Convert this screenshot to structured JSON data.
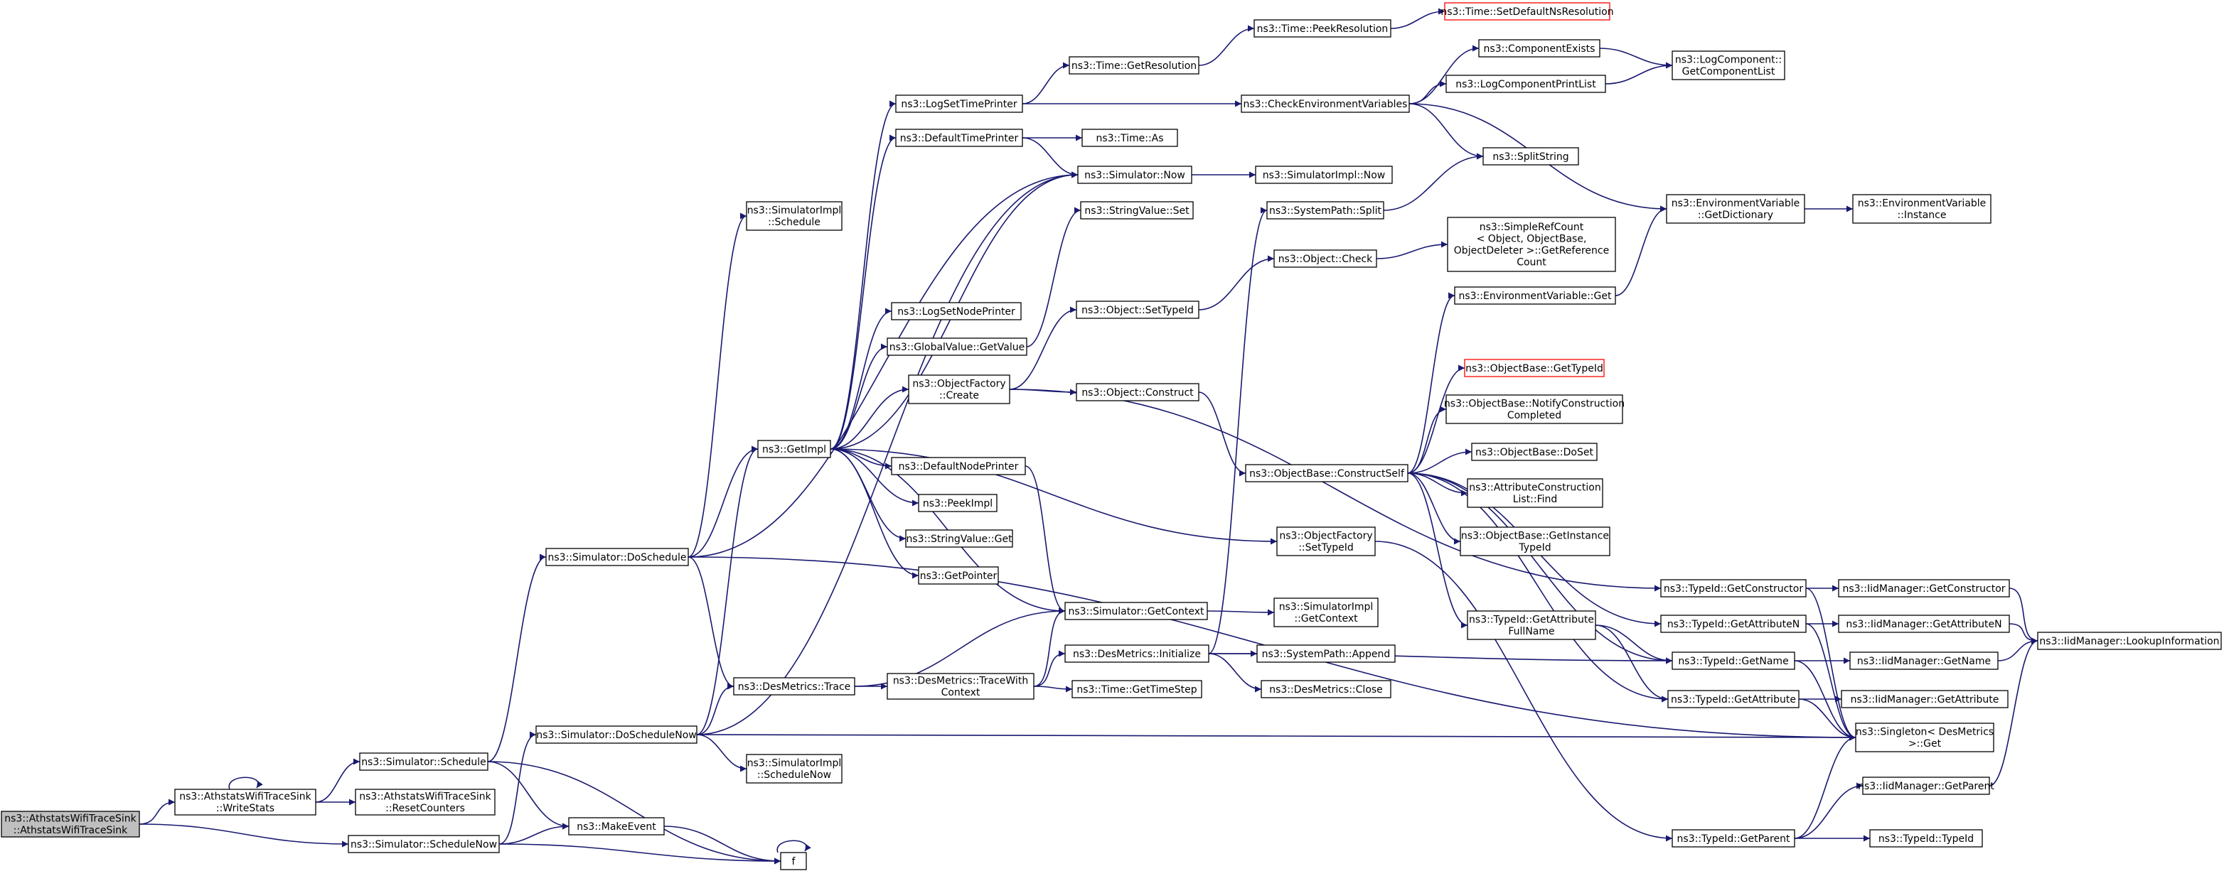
{
  "diagram": {
    "type": "call-graph",
    "colors": {
      "edge": "#191970",
      "box_border": "#000000",
      "truncated_border": "#ff0000",
      "root_fill": "#bfbfbf"
    },
    "nodes": [
      {
        "id": "root",
        "lines": [
          "ns3::AthstatsWifiTraceSink",
          "::AthstatsWifiTraceSink"
        ],
        "style": "root"
      },
      {
        "id": "writestats",
        "lines": [
          "ns3::AthstatsWifiTraceSink",
          "::WriteStats"
        ]
      },
      {
        "id": "resetcounters",
        "lines": [
          "ns3::AthstatsWifiTraceSink",
          "::ResetCounters"
        ]
      },
      {
        "id": "sim_schedule",
        "lines": [
          "ns3::Simulator::Schedule"
        ]
      },
      {
        "id": "sim_schedulenow",
        "lines": [
          "ns3::Simulator::ScheduleNow"
        ]
      },
      {
        "id": "sim_doschedule",
        "lines": [
          "ns3::Simulator::DoSchedule"
        ]
      },
      {
        "id": "sim_doschedulenow",
        "lines": [
          "ns3::Simulator::DoScheduleNow"
        ]
      },
      {
        "id": "makeevent",
        "lines": [
          "ns3::MakeEvent"
        ]
      },
      {
        "id": "f",
        "lines": [
          "f"
        ]
      },
      {
        "id": "simimpl_schedule",
        "lines": [
          "ns3::SimulatorImpl",
          "::Schedule"
        ]
      },
      {
        "id": "simimpl_schedulenow",
        "lines": [
          "ns3::SimulatorImpl",
          "::ScheduleNow"
        ]
      },
      {
        "id": "desmetrics_trace",
        "lines": [
          "ns3::DesMetrics::Trace"
        ]
      },
      {
        "id": "desmetrics_tracewith",
        "lines": [
          "ns3::DesMetrics::TraceWith",
          "Context"
        ]
      },
      {
        "id": "getimpl",
        "lines": [
          "ns3::GetImpl"
        ]
      },
      {
        "id": "logsettimeprinter",
        "lines": [
          "ns3::LogSetTimePrinter"
        ]
      },
      {
        "id": "defaulttimeprinter",
        "lines": [
          "ns3::DefaultTimePrinter"
        ]
      },
      {
        "id": "logsetnodeprinter",
        "lines": [
          "ns3::LogSetNodePrinter"
        ]
      },
      {
        "id": "globalvalue_getvalue",
        "lines": [
          "ns3::GlobalValue::GetValue"
        ]
      },
      {
        "id": "objectfactory_create",
        "lines": [
          "ns3::ObjectFactory",
          "::Create"
        ]
      },
      {
        "id": "defaultnodeprinter",
        "lines": [
          "ns3::DefaultNodePrinter"
        ]
      },
      {
        "id": "peekimpl",
        "lines": [
          "ns3::PeekImpl"
        ]
      },
      {
        "id": "stringvalue_get",
        "lines": [
          "ns3::StringValue::Get"
        ]
      },
      {
        "id": "getpointer",
        "lines": [
          "ns3::GetPointer"
        ]
      },
      {
        "id": "time_getresolution",
        "lines": [
          "ns3::Time::GetResolution"
        ]
      },
      {
        "id": "time_as",
        "lines": [
          "ns3::Time::As"
        ]
      },
      {
        "id": "sim_now",
        "lines": [
          "ns3::Simulator::Now"
        ]
      },
      {
        "id": "stringvalue_set",
        "lines": [
          "ns3::StringValue::Set"
        ]
      },
      {
        "id": "object_settypeid",
        "lines": [
          "ns3::Object::SetTypeId"
        ]
      },
      {
        "id": "object_construct",
        "lines": [
          "ns3::Object::Construct"
        ]
      },
      {
        "id": "sim_getcontext",
        "lines": [
          "ns3::Simulator::GetContext"
        ]
      },
      {
        "id": "desmetrics_initialize",
        "lines": [
          "ns3::DesMetrics::Initialize"
        ]
      },
      {
        "id": "time_gettimestep",
        "lines": [
          "ns3::Time::GetTimeStep"
        ]
      },
      {
        "id": "time_peekresolution",
        "lines": [
          "ns3::Time::PeekResolution"
        ]
      },
      {
        "id": "time_setdefaultns",
        "lines": [
          "ns3::Time::SetDefaultNsResolution"
        ],
        "style": "red"
      },
      {
        "id": "checkenv",
        "lines": [
          "ns3::CheckEnvironmentVariables"
        ]
      },
      {
        "id": "simimpl_now",
        "lines": [
          "ns3::SimulatorImpl::Now"
        ]
      },
      {
        "id": "systempath_split",
        "lines": [
          "ns3::SystemPath::Split"
        ]
      },
      {
        "id": "object_check",
        "lines": [
          "ns3::Object::Check"
        ]
      },
      {
        "id": "objectbase_constructself",
        "lines": [
          "ns3::ObjectBase::ConstructSelf"
        ]
      },
      {
        "id": "objectfactory_settypeid",
        "lines": [
          "ns3::ObjectFactory",
          "::SetTypeId"
        ]
      },
      {
        "id": "simimpl_getcontext",
        "lines": [
          "ns3::SimulatorImpl",
          "::GetContext"
        ]
      },
      {
        "id": "systempath_append",
        "lines": [
          "ns3::SystemPath::Append"
        ]
      },
      {
        "id": "desmetrics_close",
        "lines": [
          "ns3::DesMetrics::Close"
        ]
      },
      {
        "id": "componentexists",
        "lines": [
          "ns3::ComponentExists"
        ]
      },
      {
        "id": "logcomponentprintlist",
        "lines": [
          "ns3::LogComponentPrintList"
        ]
      },
      {
        "id": "splitstring",
        "lines": [
          "ns3::SplitString"
        ]
      },
      {
        "id": "simplerefcount",
        "lines": [
          "ns3::SimpleRefCount",
          "< Object, ObjectBase,",
          "ObjectDeleter >::GetReference",
          "Count"
        ]
      },
      {
        "id": "envvar_get",
        "lines": [
          "ns3::EnvironmentVariable::Get"
        ]
      },
      {
        "id": "objectbase_gettypeid",
        "lines": [
          "ns3::ObjectBase::GetTypeId"
        ],
        "style": "red"
      },
      {
        "id": "objectbase_notify",
        "lines": [
          "ns3::ObjectBase::NotifyConstruction",
          "Completed"
        ]
      },
      {
        "id": "objectbase_doset",
        "lines": [
          "ns3::ObjectBase::DoSet"
        ]
      },
      {
        "id": "attrconstructionlist_find",
        "lines": [
          "ns3::AttributeConstruction",
          "List::Find"
        ]
      },
      {
        "id": "objectbase_getinstancetypeid",
        "lines": [
          "ns3::ObjectBase::GetInstance",
          "TypeId"
        ]
      },
      {
        "id": "typeid_getattributefullname",
        "lines": [
          "ns3::TypeId::GetAttribute",
          "FullName"
        ]
      },
      {
        "id": "logcomponent_getcomponentlist",
        "lines": [
          "ns3::LogComponent::",
          "GetComponentList"
        ]
      },
      {
        "id": "envvar_getdictionary",
        "lines": [
          "ns3::EnvironmentVariable",
          "::GetDictionary"
        ]
      },
      {
        "id": "envvar_instance",
        "lines": [
          "ns3::EnvironmentVariable",
          "::Instance"
        ]
      },
      {
        "id": "typeid_getconstructor",
        "lines": [
          "ns3::TypeId::GetConstructor"
        ]
      },
      {
        "id": "typeid_getattributen",
        "lines": [
          "ns3::TypeId::GetAttributeN"
        ]
      },
      {
        "id": "typeid_getname",
        "lines": [
          "ns3::TypeId::GetName"
        ]
      },
      {
        "id": "typeid_getattribute",
        "lines": [
          "ns3::TypeId::GetAttribute"
        ]
      },
      {
        "id": "typeid_getparent",
        "lines": [
          "ns3::TypeId::GetParent"
        ]
      },
      {
        "id": "iidmanager_getconstructor",
        "lines": [
          "ns3::IidManager::GetConstructor"
        ]
      },
      {
        "id": "iidmanager_getattributen",
        "lines": [
          "ns3::IidManager::GetAttributeN"
        ]
      },
      {
        "id": "iidmanager_getname",
        "lines": [
          "ns3::IidManager::GetName"
        ]
      },
      {
        "id": "iidmanager_getattribute",
        "lines": [
          "ns3::IidManager::GetAttribute"
        ]
      },
      {
        "id": "singleton_get",
        "lines": [
          "ns3::Singleton< DesMetrics",
          ">::Get"
        ]
      },
      {
        "id": "iidmanager_getparent",
        "lines": [
          "ns3::IidManager::GetParent"
        ]
      },
      {
        "id": "typeid_typeid",
        "lines": [
          "ns3::TypeId::TypeId"
        ]
      },
      {
        "id": "iidmanager_lookupinformation",
        "lines": [
          "ns3::IidManager::LookupInformation"
        ]
      }
    ]
  }
}
